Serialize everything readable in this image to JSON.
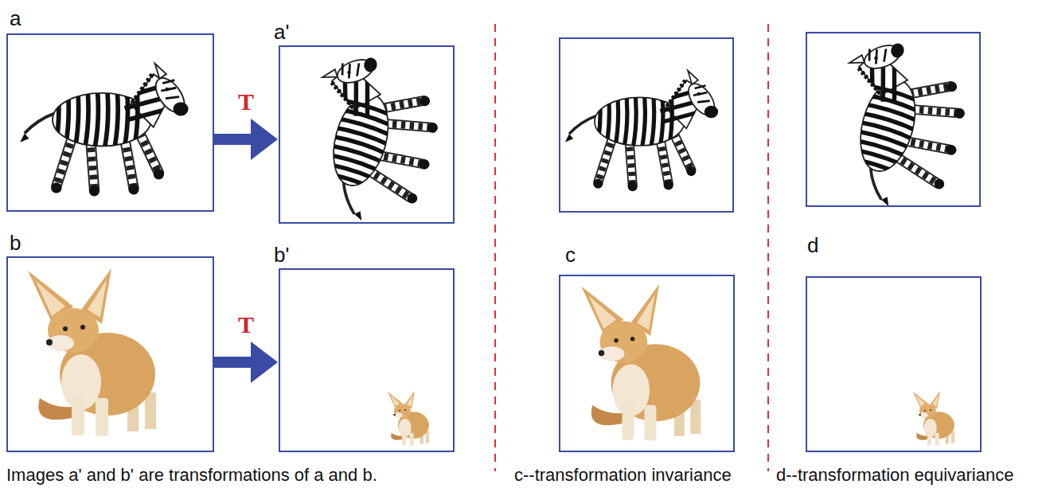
{
  "diagram": {
    "nodes": [
      {
        "text": [
          "a"
        ]
      },
      {
        "text": [
          "a'"
        ]
      },
      {
        "text": [
          "b"
        ]
      },
      {
        "text": [
          "b'"
        ]
      },
      {
        "text": [
          "c"
        ]
      },
      {
        "text": [
          "d"
        ]
      }
    ],
    "edges": [
      {
        "from": 0,
        "to": 1,
        "label": "T",
        "arrow": "to"
      },
      {
        "from": 2,
        "to": 3,
        "label": "T",
        "arrow": "to"
      }
    ],
    "labels": [
      "Images a' and b' are transformations of a and b.",
      "c--transformation invariance",
      "d--transformation equivariance"
    ]
  }
}
